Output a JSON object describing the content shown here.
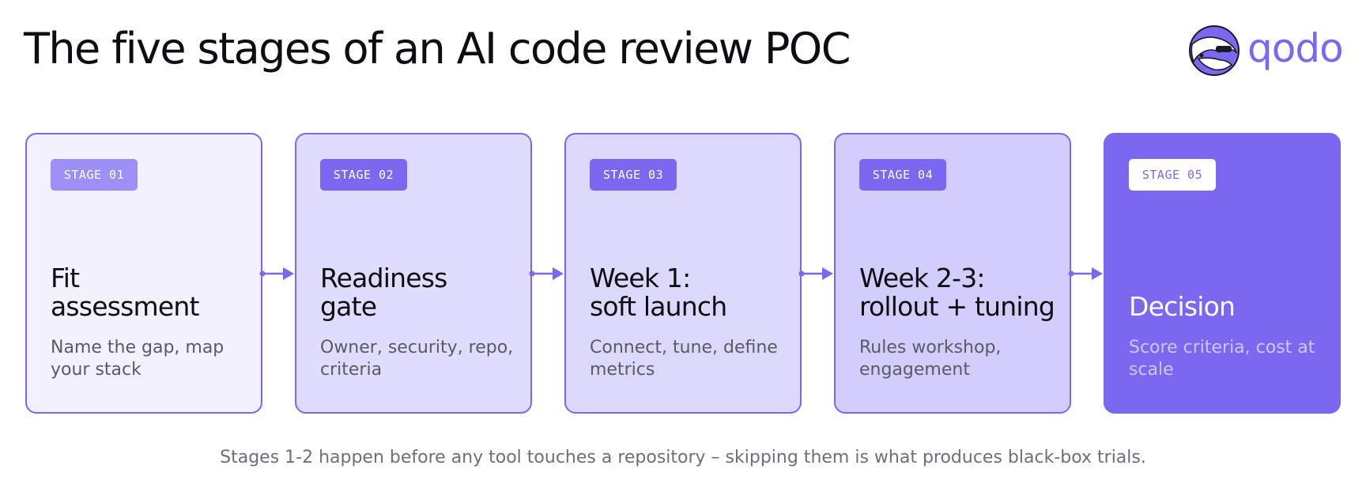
{
  "title": "The five stages of an AI code review POC",
  "logo": {
    "text": "qodo",
    "icon": "qodo-badger-icon"
  },
  "accent_color": "#7b68f0",
  "stages": [
    {
      "badge": "STAGE 01",
      "heading": "Fit\nassessment",
      "description": "Name the gap, map your stack"
    },
    {
      "badge": "STAGE 02",
      "heading": "Readiness\ngate",
      "description": "Owner, security, repo, criteria"
    },
    {
      "badge": "STAGE 03",
      "heading": "Week 1:\nsoft launch",
      "description": "Connect, tune, define metrics"
    },
    {
      "badge": "STAGE 04",
      "heading": "Week 2-3:\nrollout + tuning",
      "description": "Rules workshop, engagement"
    },
    {
      "badge": "STAGE 05",
      "heading": "Decision",
      "description": "Score criteria, cost at scale"
    }
  ],
  "footnote": "Stages 1-2 happen before any tool touches a repository – skipping them is what produces black-box trials."
}
